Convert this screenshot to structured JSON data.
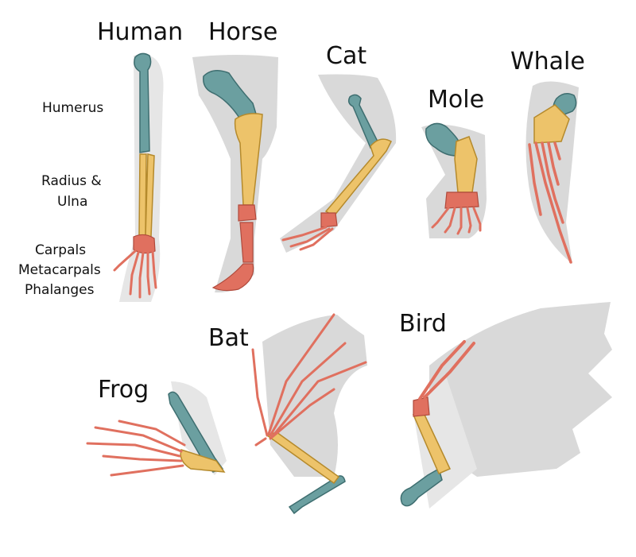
{
  "animals": {
    "human": "Human",
    "horse": "Horse",
    "cat": "Cat",
    "mole": "Mole",
    "whale": "Whale",
    "frog": "Frog",
    "bat": "Bat",
    "bird": "Bird"
  },
  "bone_labels": {
    "humerus": "Humerus",
    "radius_ulna_1": "Radius &",
    "radius_ulna_2": "Ulna",
    "carpals": "Carpals",
    "metacarpals": "Metacarpals",
    "phalanges": "Phalanges"
  },
  "colors": {
    "humerus": "#6b9fa0",
    "radius_ulna": "#edc36a",
    "carpals_metacarpals_phalanges": "#e0705f",
    "shadow": "#d9d9d9"
  }
}
